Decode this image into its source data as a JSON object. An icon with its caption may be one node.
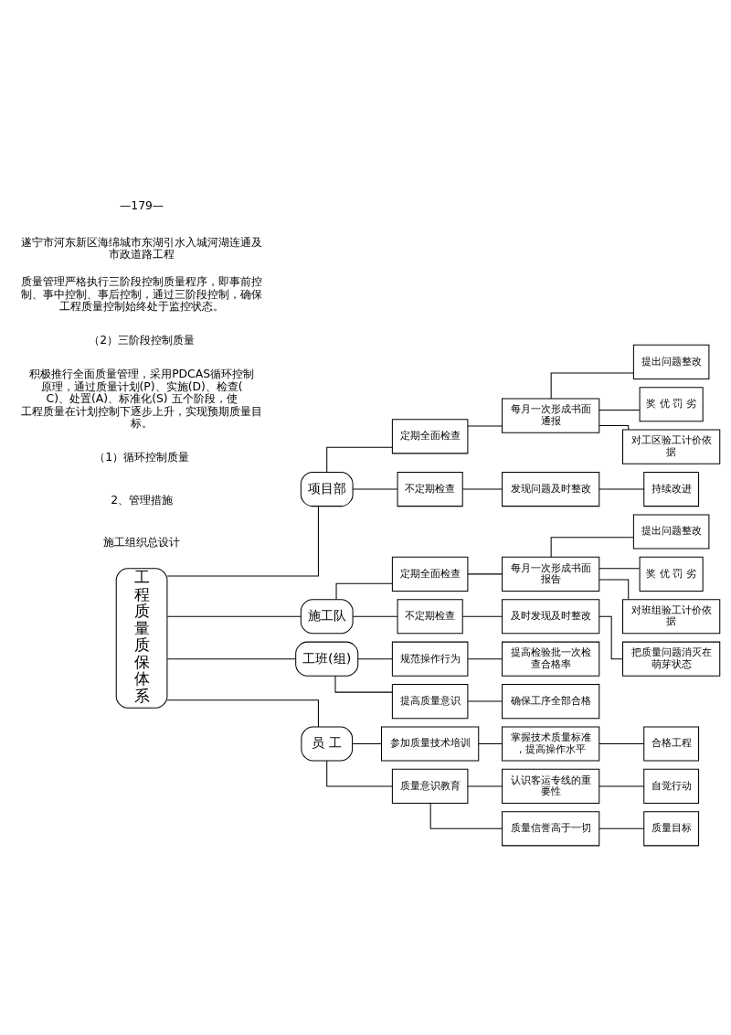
{
  "diagram": {
    "nodes": [
      {
        "text": [
          "工程质量质保体系"
        ]
      },
      {
        "text": [
          "项目部"
        ]
      },
      {
        "text": [
          "定期全面检查"
        ]
      },
      {
        "text": [
          "每月一次形成书面通报"
        ]
      },
      {
        "text": [
          "提出问题整改"
        ]
      },
      {
        "text": [
          "奖 优 罚 劣"
        ]
      },
      {
        "text": [
          "对工区验工计价依据"
        ]
      },
      {
        "text": [
          "不定期检查"
        ]
      },
      {
        "text": [
          "发现问题及时整改"
        ]
      },
      {
        "text": [
          "持续改进"
        ]
      },
      {
        "text": [
          "施工队"
        ]
      },
      {
        "text": [
          "定期全面检查"
        ]
      },
      {
        "text": [
          "每月一次形成书面报告"
        ]
      },
      {
        "text": [
          "提出问题整改"
        ]
      },
      {
        "text": [
          "奖 优 罚 劣"
        ]
      },
      {
        "text": [
          "对班组验工计价依据"
        ]
      },
      {
        "text": [
          "不定期检查"
        ]
      },
      {
        "text": [
          "及时发现及时整改"
        ]
      },
      {
        "text": [
          "把质量问题消灭在萌芽状态"
        ]
      },
      {
        "text": [
          "工班(组)"
        ]
      },
      {
        "text": [
          "规范操作行为"
        ]
      },
      {
        "text": [
          "提高检验批一次检查合格率"
        ]
      },
      {
        "text": [
          "提高质量意识"
        ]
      },
      {
        "text": [
          "确保工序全部合格"
        ]
      },
      {
        "text": [
          "员 工"
        ]
      },
      {
        "text": [
          "参加质量技术培训"
        ]
      },
      {
        "text": [
          "掌握技术质量标准，提高操作水平"
        ]
      },
      {
        "text": [
          "合格工程"
        ]
      },
      {
        "text": [
          "质量意识教育"
        ]
      },
      {
        "text": [
          "认识客运专线的重要性"
        ]
      },
      {
        "text": [
          "自觉行动"
        ]
      },
      {
        "text": [
          "质量信誉高于一切"
        ]
      },
      {
        "text": [
          "质量目标"
        ]
      }
    ],
    "edges": [
      {
        "from": 0,
        "to": 1,
        "arrow": "none"
      },
      {
        "from": 1,
        "to": 2,
        "arrow": "none"
      },
      {
        "from": 2,
        "to": 3,
        "arrow": "none"
      },
      {
        "from": 3,
        "to": 4,
        "arrow": "none"
      },
      {
        "from": 3,
        "to": 5,
        "arrow": "none"
      },
      {
        "from": 3,
        "to": 6,
        "arrow": "none"
      },
      {
        "from": 1,
        "to": 7,
        "arrow": "none"
      },
      {
        "from": 7,
        "to": 8,
        "arrow": "none"
      },
      {
        "from": 8,
        "to": 9,
        "arrow": "none"
      },
      {
        "from": 0,
        "to": 10,
        "arrow": "none"
      },
      {
        "from": 10,
        "to": 11,
        "arrow": "none"
      },
      {
        "from": 11,
        "to": 12,
        "arrow": "none"
      },
      {
        "from": 12,
        "to": 13,
        "arrow": "none"
      },
      {
        "from": 12,
        "to": 14,
        "arrow": "none"
      },
      {
        "from": 12,
        "to": 15,
        "arrow": "none"
      },
      {
        "from": 10,
        "to": 16,
        "arrow": "none"
      },
      {
        "from": 16,
        "to": 17,
        "arrow": "none"
      },
      {
        "from": 17,
        "to": 18,
        "arrow": "none"
      },
      {
        "from": 0,
        "to": 19,
        "arrow": "none"
      },
      {
        "from": 19,
        "to": 20,
        "arrow": "none"
      },
      {
        "from": 20,
        "to": 21,
        "arrow": "none"
      },
      {
        "from": 19,
        "to": 22,
        "arrow": "none"
      },
      {
        "from": 22,
        "to": 23,
        "arrow": "none"
      },
      {
        "from": 0,
        "to": 24,
        "arrow": "none"
      },
      {
        "from": 24,
        "to": 25,
        "arrow": "none"
      },
      {
        "from": 25,
        "to": 26,
        "arrow": "none"
      },
      {
        "from": 26,
        "to": 27,
        "arrow": "none"
      },
      {
        "from": 24,
        "to": 28,
        "arrow": "none"
      },
      {
        "from": 28,
        "to": 29,
        "arrow": "none"
      },
      {
        "from": 29,
        "to": 30,
        "arrow": "none"
      },
      {
        "from": 28,
        "to": 31,
        "arrow": "none"
      },
      {
        "from": 31,
        "to": 32,
        "arrow": "none"
      }
    ],
    "labels": [
      "施工组织总设计",
      "2、管理措施",
      "（1）循环控制质量",
      "积极推行全面质量管理，采用PDCAS循环控制原理，通过质量计划(P)、实施(D)、检查(C)、处置(A)、标准化(S) 五个阶段，使工程质量在计划控制下逐步上升，实现预期质量目标。",
      "（2）三阶段控制质量",
      "质量管理严格执行三阶段控制质量程序，即事前控制、事中控制、事后控制，通过三阶段控制，确保工程质量控制始终处于监控状态。",
      "遂宁市河东新区海绵城市东湖引水入城河湖连通及市政道路工程",
      "—179—"
    ]
  }
}
